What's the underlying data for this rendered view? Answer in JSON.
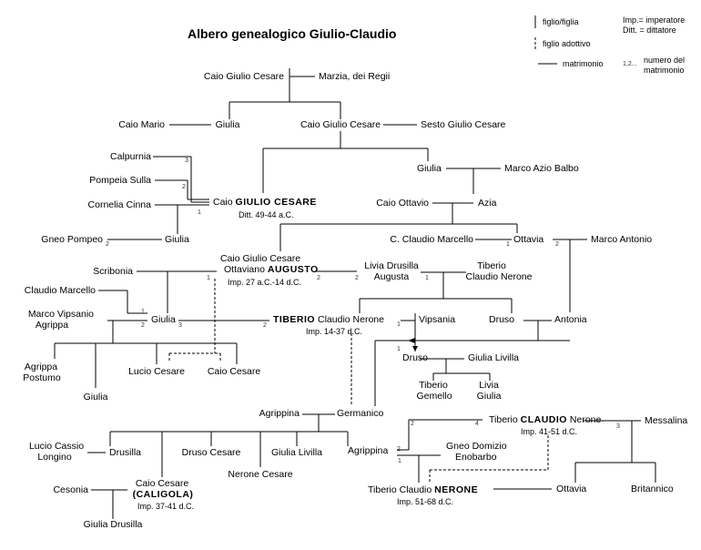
{
  "title": "Albero genealogico Giulio-Claudio",
  "legend": {
    "child": "figlio/figlia",
    "adopted": "figlio adottivo",
    "marriage": "matrimonio",
    "abbr": [
      "Imp.= imperatore",
      "Ditt. = dittatore"
    ],
    "num_sample": "1,2...",
    "num_label": [
      "numero del",
      "matrimonio"
    ]
  },
  "people": {
    "caio_gc_senior": "Caio Giulio Cesare",
    "marzia": "Marzia, dei Regii",
    "caio_mario": "Caio Mario",
    "giulia_zia": "Giulia",
    "caio_gc_padre": "Caio Giulio Cesare",
    "sesto": "Sesto Giulio Cesare",
    "calpurnia": "Calpurnia",
    "pompeia": "Pompeia Sulla",
    "cornelia": "Cornelia Cinna",
    "cesare_pre": "Caio",
    "cesare_name": "GIULIO CESARE",
    "cesare_sub": "Ditt. 49-44 a.C.",
    "giulia_sorella": "Giulia",
    "azio_balbo": "Marco Azio Balbo",
    "caio_ottavio": "Caio Ottavio",
    "azia": "Azia",
    "gneo_pompeo": "Gneo Pompeo",
    "giulia_figlia": "Giulia",
    "claudio_marcello": "C. Claudio Marcello",
    "ottavia": "Ottavia",
    "marco_antonio": "Marco Antonio",
    "augusto_l1": "Caio Giulio Cesare",
    "augusto_l2a": "Ottaviano",
    "augusto_name": "AUGUSTO",
    "augusto_sub": "Imp. 27 a.C.-14 d.C.",
    "scribonia": "Scribonia",
    "livia_l1": "Livia Drusilla",
    "livia_l2": "Augusta",
    "tiberio_nerone_l1": "Tiberio",
    "tiberio_nerone_l2": "Claudio Nerone",
    "marcello": "Claudio Marcello",
    "agrippa_l1": "Marco Vipsanio",
    "agrippa_l2": "Agrippa",
    "giulia_aug": "Giulia",
    "tiberio_name": "TIBERIO",
    "tiberio_post": "Claudio Nerone",
    "tiberio_sub": "Imp. 14-37 d.C.",
    "vipsania": "Vipsania",
    "druso_maggiore": "Druso",
    "antonia": "Antonia",
    "agrippa_postumo_l1": "Agrippa",
    "agrippa_postumo_l2": "Postumo",
    "lucio_cesare": "Lucio Cesare",
    "caio_cesare": "Caio Cesare",
    "druso_minore": "Druso",
    "giulia_livilla_1": "Giulia Livilla",
    "giulia_nipote": "Giulia",
    "tiberio_gemello_l1": "Tiberio",
    "tiberio_gemello_l2": "Gemello",
    "livia_giulia_l1": "Livia",
    "livia_giulia_l2": "Giulia",
    "agrippina_maggiore": "Agrippina",
    "germanico": "Germanico",
    "claudio_pre": "Tiberio",
    "claudio_name": "CLAUDIO",
    "claudio_post": "Nerone",
    "claudio_sub": "Imp. 41-51 d.C.",
    "messalina": "Messalina",
    "lucio_cassio_l1": "Lucio Cassio",
    "lucio_cassio_l2": "Longino",
    "drusilla": "Drusilla",
    "druso_cesare": "Druso Cesare",
    "giulia_livilla_2": "Giulia Livilla",
    "nerone_cesare": "Nerone Cesare",
    "agrippina_minore": "Agrippina",
    "enobarbo_l1": "Gneo Domizio",
    "enobarbo_l2": "Enobarbo",
    "cesonia": "Cesonia",
    "caligola_l1": "Caio Cesare",
    "caligola_name": "(CALIGOLA)",
    "caligola_sub": "Imp. 37-41 d.C.",
    "nerone_pre": "Tiberio Claudio",
    "nerone_name": "NERONE",
    "nerone_sub": "Imp. 51-68 d.C.",
    "ottavia_cl": "Ottavia",
    "britannico": "Britannico",
    "giulia_drusilla": "Giulia Drusilla"
  },
  "marriage_numbers": [
    "3",
    "2",
    "1",
    "2",
    "1",
    "2",
    "1",
    "2",
    "2",
    "1",
    "1",
    "2",
    "1",
    "2",
    "3",
    "2",
    "1",
    "2",
    "4",
    "1",
    "3"
  ]
}
